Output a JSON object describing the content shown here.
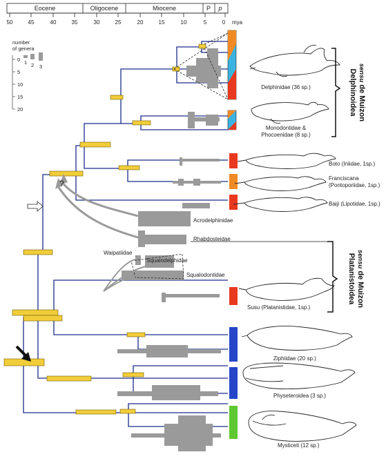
{
  "epochs": [
    {
      "name": "Eocene"
    },
    {
      "name": "Oligocene"
    },
    {
      "name": "Miocene"
    },
    {
      "name": "P"
    },
    {
      "name": "p"
    }
  ],
  "time_axis": {
    "ticks": [
      "50",
      "45",
      "40",
      "35",
      "30",
      "25",
      "20",
      "15",
      "10",
      "5",
      "0"
    ],
    "unit": "mya"
  },
  "genera_legend": {
    "title_line1": "number",
    "title_line2": "of genera",
    "scale_ticks": [
      "0",
      "5",
      "10",
      "15",
      "20"
    ],
    "bar_labels": [
      "1",
      "2",
      "3"
    ]
  },
  "taxa": [
    {
      "label": "Delphinidae (36 sp.)",
      "color": "#3bb3e0"
    },
    {
      "label_line1": "Monodontidae &",
      "label_line2": "Phocoenidae (8 sp.)",
      "color": "#3bb3e0"
    },
    {
      "label": "Boto (Iniidae, 1sp.)",
      "color": "#e8391f"
    },
    {
      "label_line1": "Franciscana",
      "label_line2": "(Pontoporiidae, 1sp.)",
      "color": "#f08a24"
    },
    {
      "label": "Baiji (Lipotidae, 1sp.)",
      "color": "#e8391f"
    },
    {
      "label": "Susu (Platanistidae, 1sp.)",
      "color": "#e8391f"
    },
    {
      "label": "Ziphiidae (20 sp.)",
      "color": "#2546c8"
    },
    {
      "label": "Physeteroidea (3 sp.)",
      "color": "#2546c8"
    },
    {
      "label": "Mysticeti (12 sp.)",
      "color": "#5ec832"
    }
  ],
  "fossil_families": [
    "Acrodelphinidae",
    "Rhabdosteidae",
    "Waipatiidae",
    "Squalodelphidae",
    "Squalodontidae"
  ],
  "groups": {
    "delphinoidea_line1": "Delphinoidea",
    "delphinoidea_line2a": "sensu",
    "delphinoidea_line2b": " de Muizon",
    "platanistoidea_line1": "Platanistoidea",
    "platanistoidea_line2a": "sensu",
    "platanistoidea_line2b": " de Muizon"
  },
  "question_mark": "?",
  "colors": {
    "tree_line": "#1a2b8a",
    "node_bar": "#f2cd3a",
    "fossil": "#9a9a9a",
    "orange": "#f08a24",
    "red": "#e8391f",
    "cyan": "#3bb3e0",
    "blue": "#2546c8",
    "green": "#5ec832"
  }
}
